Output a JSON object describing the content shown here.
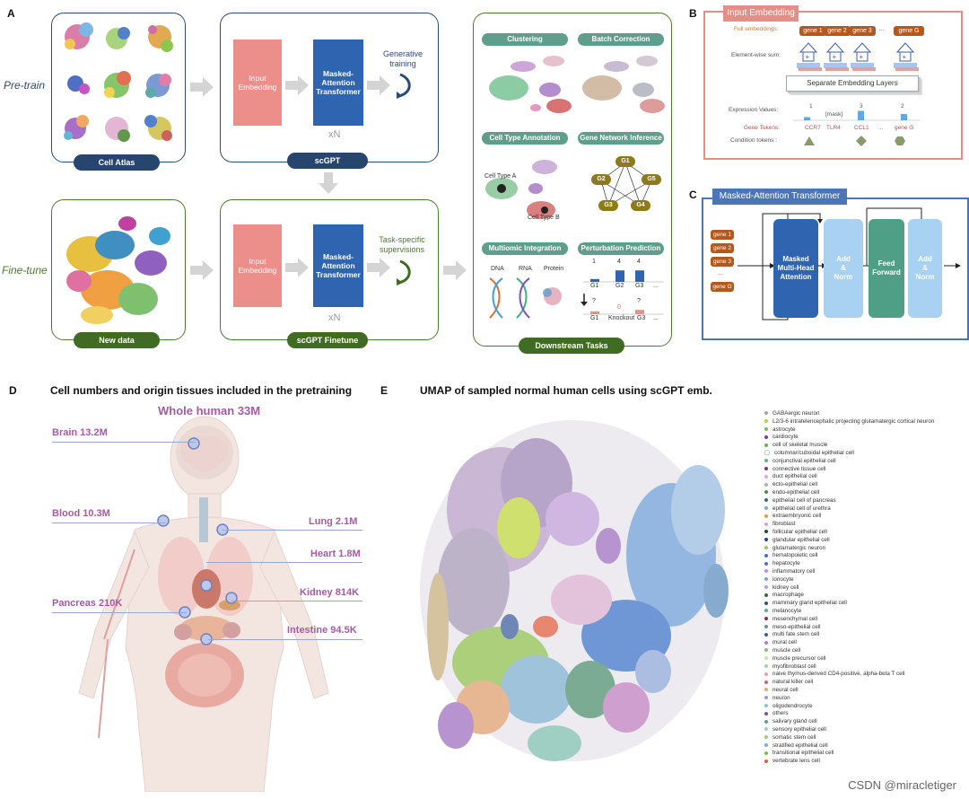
{
  "panels": {
    "a": "A",
    "b": "B",
    "c": "C",
    "d": "D",
    "e": "E"
  },
  "panel_a": {
    "pretrain_label": "Pre-train",
    "finetune_label": "Fine-tune",
    "cell_atlas_label": "Cell Atlas",
    "new_data_label": "New data",
    "scgpt_label": "scGPT",
    "scgpt_finetune_label": "scGPT Finetune",
    "input_embedding": "Input\nEmbedding",
    "masked_transformer": "Masked-\nAttention\nTransformer",
    "xn": "xN",
    "generative_training": "Generative\ntraining",
    "task_supervisions": "Task-specific\nsupervisions",
    "downstream_label": "Downstream Tasks",
    "tasks": [
      "Clustering",
      "Batch Correction",
      "Cell Type Annotation",
      "Gene Network Inference",
      "Multiomic Integration",
      "Perturbation Prediction"
    ],
    "cell_type_a": "Cell Type A",
    "cell_type_b": "Cell Type B",
    "gene_nodes": [
      "G1",
      "G2",
      "G5",
      "G3",
      "G4"
    ],
    "omics": [
      "DNA",
      "RNA",
      "Protein"
    ],
    "perturb_top_values": [
      "1",
      "4",
      "4"
    ],
    "perturb_top_genes": [
      "G1",
      "G2",
      "G3",
      "..."
    ],
    "perturb_bottom_values": [
      "?",
      "0",
      "?"
    ],
    "perturb_bottom_genes": [
      "G1",
      "Knockout",
      "G3",
      "..."
    ],
    "perturb_top_counts": [
      1,
      4,
      4
    ],
    "perturb_bottom_counts": [
      1,
      0,
      1.5
    ]
  },
  "panel_b": {
    "title": "Input Embedding",
    "full_embeddings": "Full embeddings:",
    "genes": [
      "gene 1",
      "gene 2",
      "gene 3",
      "...",
      "gene G"
    ],
    "elementwise_sum": "Element-wise sum:",
    "separate_layers": "Separate Embedding Layers",
    "expression_values": "Expression Values:",
    "expr_numbers": [
      "1",
      "[mask]",
      "3",
      "",
      "2"
    ],
    "expr_levels": [
      1,
      0,
      3,
      0,
      2
    ],
    "gene_tokens": "Gene Tokens:",
    "token_names": [
      "CCR7",
      "TLR4",
      "CCL1",
      "...",
      "gene G"
    ],
    "condition_tokens": "Condition tokens :"
  },
  "panel_c": {
    "title": "Masked-Attention Transformer",
    "genes": [
      "gene 1",
      "gene 2",
      "gene 3",
      "...",
      "gene G"
    ],
    "attention": "Masked\nMulti-Head\nAttention",
    "add_norm": "Add\n&\nNorm",
    "feed_forward": "Feed\nForward"
  },
  "panel_d": {
    "title": "Cell numbers and origin tissues included in the pretraining",
    "whole_human": "Whole human 33M",
    "organs": [
      {
        "label": "Brain 13.2M"
      },
      {
        "label": "Blood 10.3M"
      },
      {
        "label": "Lung 2.1M"
      },
      {
        "label": "Heart 1.8M"
      },
      {
        "label": "Kidney 814K"
      },
      {
        "label": "Pancreas 210K"
      },
      {
        "label": "Intestine 94.5K"
      }
    ]
  },
  "panel_e": {
    "title": "UMAP of sampled normal human cells using scGPT emb.",
    "legend": [
      {
        "label": "GABAergic neuron",
        "color": "#9fa6a3"
      },
      {
        "label": "L2/3-6 intratelencephalic projecting glutamatergic cortical neuron",
        "color": "#b7d43c"
      },
      {
        "label": "astrocyte",
        "color": "#7bbf5a"
      },
      {
        "label": "cardiocyte",
        "color": "#6b3fa0"
      },
      {
        "label": "cell of skeletal muscle",
        "color": "#63b05a"
      },
      {
        "label": "columnar/cuboidal epithelial cell",
        "color": "#ffffff"
      },
      {
        "label": "conjunctival epithelial cell",
        "color": "#6fae8f"
      },
      {
        "label": "connective tissue cell",
        "color": "#8a2f8a"
      },
      {
        "label": "duct epithelial cell",
        "color": "#e3a8d0"
      },
      {
        "label": "ecto-epithelial cell",
        "color": "#a0b4c9"
      },
      {
        "label": "endo-epithelial cell",
        "color": "#4f8f3a"
      },
      {
        "label": "epithelial cell of pancreas",
        "color": "#2f6f8f"
      },
      {
        "label": "epithelial cell of urethra",
        "color": "#88a9c9"
      },
      {
        "label": "extraembryonic cell",
        "color": "#e29f3a"
      },
      {
        "label": "fibroblast",
        "color": "#d4a5d9"
      },
      {
        "label": "follicular epithelial cell",
        "color": "#1f4f3f"
      },
      {
        "label": "glandular epithelial cell",
        "color": "#2b3fa8"
      },
      {
        "label": "glutamatergic neuron",
        "color": "#9cc37a"
      },
      {
        "label": "hematopoietic cell",
        "color": "#3f74c8"
      },
      {
        "label": "hepatocyte",
        "color": "#4a6fe0"
      },
      {
        "label": "inflammatory cell",
        "color": "#c48fd8"
      },
      {
        "label": "ionocyte",
        "color": "#7fa0d8"
      },
      {
        "label": "kidney cell",
        "color": "#b9a0d8"
      },
      {
        "label": "macrophage",
        "color": "#2f6f3f"
      },
      {
        "label": "mammary gland epithelial cell",
        "color": "#2f4f8f"
      },
      {
        "label": "melanocyte",
        "color": "#5fa8a0"
      },
      {
        "label": "mesenchymal cell",
        "color": "#8f2f4f"
      },
      {
        "label": "meso-epithelial cell",
        "color": "#6f8fa0"
      },
      {
        "label": "multi fate stem cell",
        "color": "#3f5f9f"
      },
      {
        "label": "mural cell",
        "color": "#b07fd0"
      },
      {
        "label": "muscle cell",
        "color": "#8fbf6f"
      },
      {
        "label": "muscle precursor cell",
        "color": "#c8e0b0"
      },
      {
        "label": "myofibroblast cell",
        "color": "#a9d0a0"
      },
      {
        "label": "naive thymus-derived CD4-positive, alpha-beta T cell",
        "color": "#e89fb0"
      },
      {
        "label": "natural killer cell",
        "color": "#c85f9f"
      },
      {
        "label": "neural cell",
        "color": "#e0b060"
      },
      {
        "label": "neuron",
        "color": "#8fa0d0"
      },
      {
        "label": "oligodendrocyte",
        "color": "#8fc0e0"
      },
      {
        "label": "others",
        "color": "#7f4fa0"
      },
      {
        "label": "salivary gland cell",
        "color": "#5f9f8f"
      },
      {
        "label": "sensory epithelial cell",
        "color": "#a0d0c0"
      },
      {
        "label": "somatic stem cell",
        "color": "#9fd070"
      },
      {
        "label": "stratified epithelial cell",
        "color": "#6fb0e0"
      },
      {
        "label": "transitional epithelial cell",
        "color": "#7fc040"
      },
      {
        "label": "vertebrate lens cell",
        "color": "#e05f3f"
      }
    ]
  },
  "watermark": "CSDN @miracletiger",
  "colors": {
    "blue_frame": "#2b4a78",
    "green_frame": "#4d7a2b",
    "embedding": "#ec8f8a",
    "transformer": "#2f64b0",
    "panel_b_border": "#e38e86",
    "panel_c_border": "#4a76b8",
    "organ_label": "#a65aa3"
  }
}
